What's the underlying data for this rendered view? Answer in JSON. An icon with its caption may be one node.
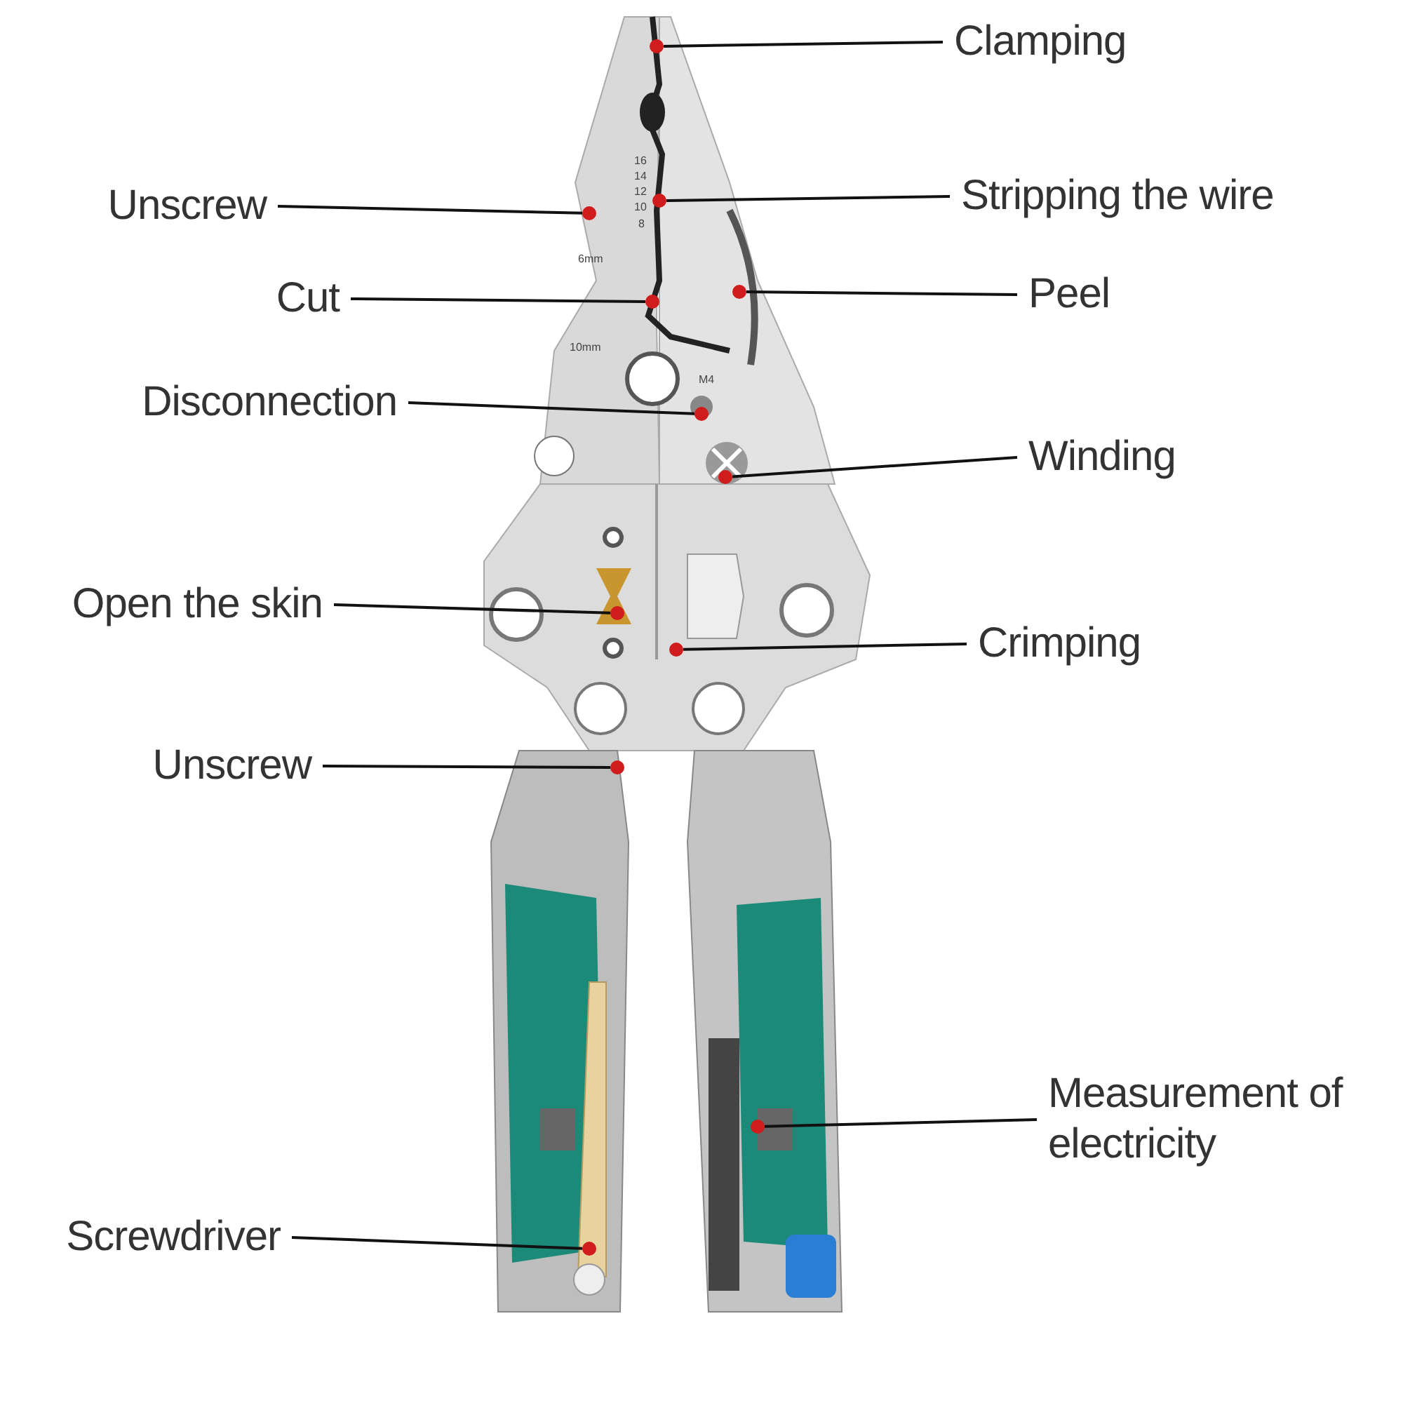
{
  "diagram": {
    "nodes": [
      {
        "text": [
          "Clamping"
        ]
      },
      {
        "text": [
          "Stripping the wire"
        ]
      },
      {
        "text": [
          "Unscrew"
        ]
      },
      {
        "text": [
          "Peel"
        ]
      },
      {
        "text": [
          "Cut"
        ]
      },
      {
        "text": [
          "Disconnection"
        ]
      },
      {
        "text": [
          "Winding"
        ]
      },
      {
        "text": [
          "Open the skin"
        ]
      },
      {
        "text": [
          "Crimping"
        ]
      },
      {
        "text": [
          "Unscrew"
        ]
      },
      {
        "text": [
          "Measurement of electricity"
        ]
      },
      {
        "text": [
          "Screwdriver"
        ]
      },
      {
        "text": [],
        "shape": "circle"
      },
      {
        "text": [],
        "shape": "circle"
      },
      {
        "text": [],
        "shape": "circle"
      },
      {
        "text": [],
        "shape": "circle"
      },
      {
        "text": [],
        "shape": "circle"
      },
      {
        "text": [],
        "shape": "circle"
      },
      {
        "text": [],
        "shape": "circle"
      },
      {
        "text": [],
        "shape": "circle"
      },
      {
        "text": [],
        "shape": "circle"
      },
      {
        "text": [],
        "shape": "circle"
      },
      {
        "text": [],
        "shape": "circle"
      },
      {
        "text": [],
        "shape": "circle"
      }
    ],
    "edges": [
      {
        "from": 0,
        "to": 12,
        "arrow": "none"
      },
      {
        "from": 1,
        "to": 13,
        "arrow": "none"
      },
      {
        "from": 2,
        "to": 14,
        "arrow": "none"
      },
      {
        "from": 3,
        "to": 15,
        "arrow": "none"
      },
      {
        "from": 4,
        "to": 16,
        "arrow": "none"
      },
      {
        "from": 5,
        "to": 17,
        "arrow": "none"
      },
      {
        "from": 6,
        "to": 18,
        "arrow": "none"
      },
      {
        "from": 7,
        "to": 19,
        "arrow": "none"
      },
      {
        "from": 8,
        "to": 20,
        "arrow": "none"
      },
      {
        "from": 9,
        "to": 21,
        "arrow": "none"
      },
      {
        "from": 10,
        "to": 22,
        "arrow": "none"
      },
      {
        "from": 11,
        "to": 23,
        "arrow": "none"
      }
    ],
    "labels": [
      "16",
      "14",
      "12",
      "10",
      "8",
      "6mm",
      "10mm",
      "M4"
    ]
  }
}
